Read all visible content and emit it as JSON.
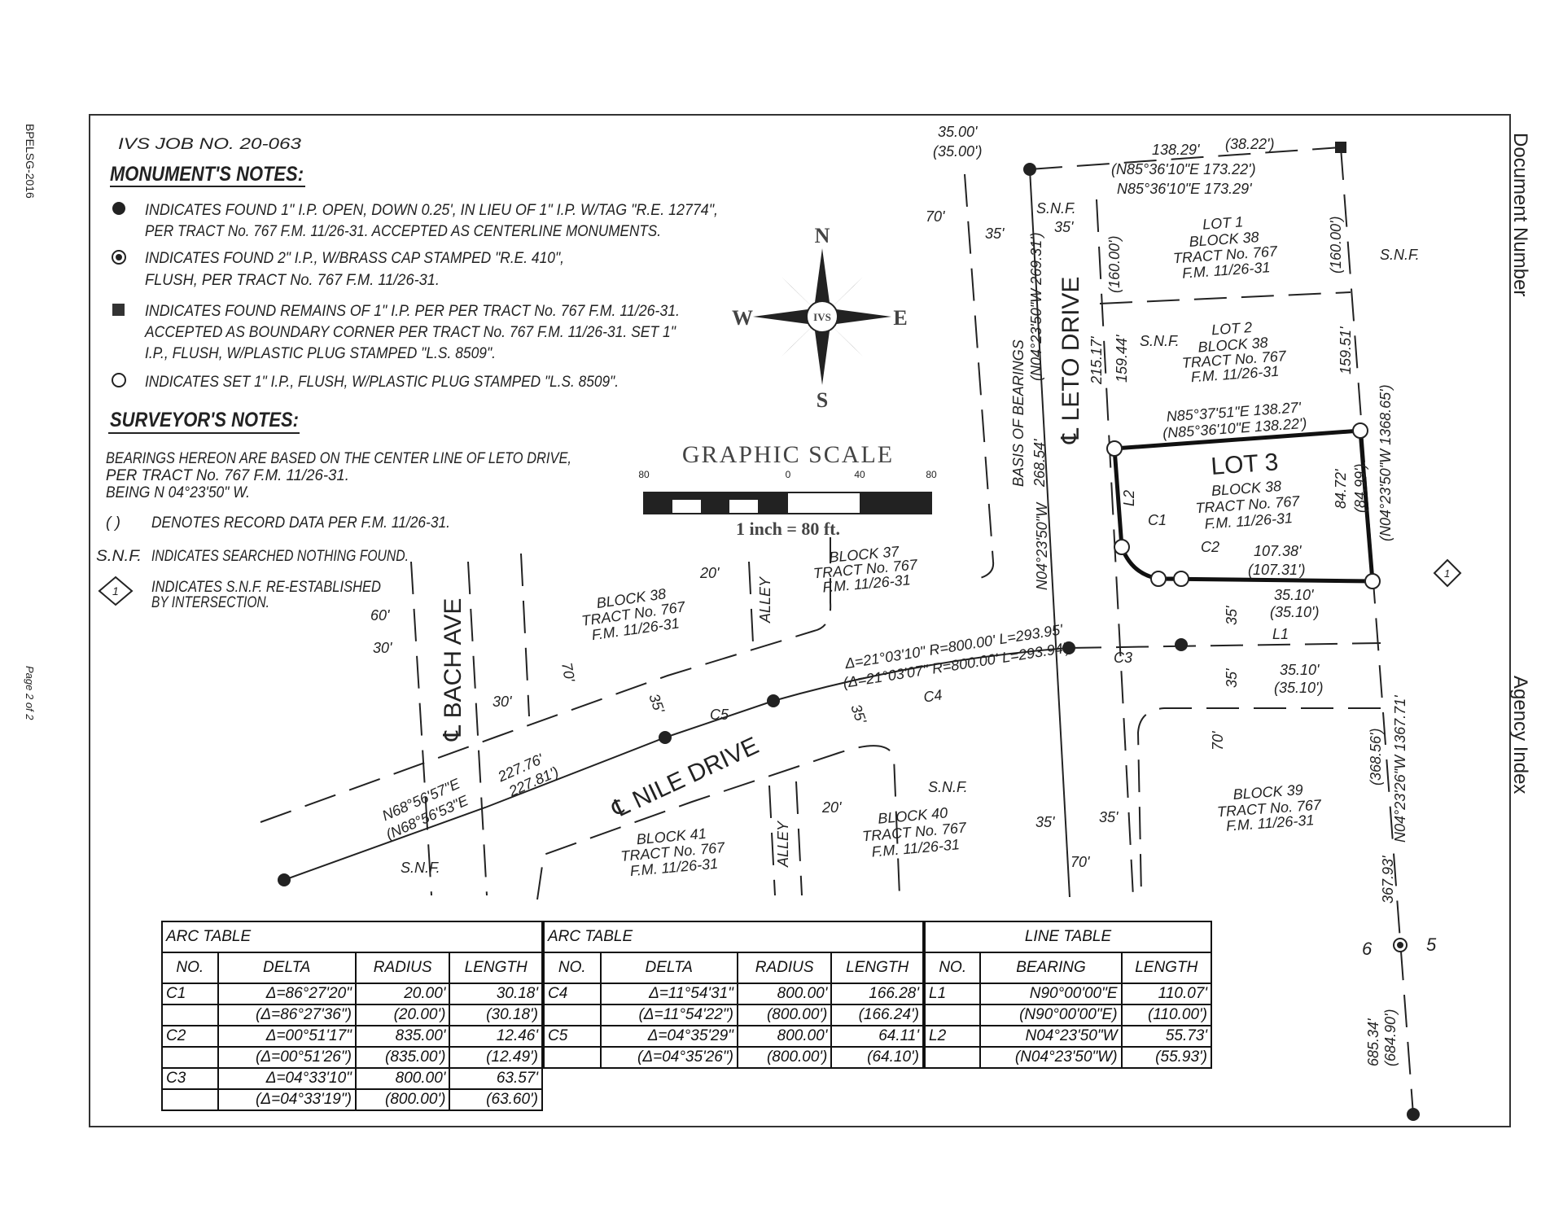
{
  "side": {
    "left_top": "BPELSG-2016",
    "left_bottom": "Page 2 of 2",
    "right_top": "Document Number",
    "right_bottom": "Agency Index"
  },
  "notes": {
    "job": "IVS JOB NO. 20-063",
    "monuments_title": "MONUMENT'S NOTES:",
    "m1": [
      "INDICATES FOUND 1\" I.P. OPEN, DOWN 0.25', IN LIEU OF 1\" I.P. W/TAG \"R.E. 12774\",",
      "PER TRACT No. 767 F.M. 11/26-31. ACCEPTED AS CENTERLINE MONUMENTS."
    ],
    "m2": [
      "INDICATES FOUND 2\" I.P., W/BRASS CAP STAMPED \"R.E. 410\",",
      "FLUSH, PER TRACT No. 767 F.M. 11/26-31."
    ],
    "m3": [
      "INDICATES FOUND REMAINS OF 1\" I.P. PER PER TRACT No. 767 F.M. 11/26-31.",
      "ACCEPTED AS BOUNDARY CORNER PER TRACT No. 767 F.M. 11/26-31. SET 1\"",
      "I.P., FLUSH, W/PLASTIC PLUG STAMPED \"L.S. 8509\"."
    ],
    "m4": "INDICATES SET 1\" I.P., FLUSH, W/PLASTIC PLUG STAMPED \"L.S. 8509\".",
    "surveyor_title": "SURVEYOR'S NOTES:",
    "s1": [
      "BEARINGS HEREON ARE BASED ON THE CENTER LINE OF LETO DRIVE,",
      "PER TRACT No. 767 F.M. 11/26-31.",
      "BEING N 04°23'50\" W."
    ],
    "paren_sym": "( )",
    "paren_text": "DENOTES RECORD DATA PER F.M. 11/26-31.",
    "snf_sym": "S.N.F.",
    "snf_text": "INDICATES SEARCHED NOTHING FOUND.",
    "diamond_num": "1",
    "diamond_text": [
      "INDICATES S.N.F. RE-ESTABLISHED",
      "BY INTERSECTION."
    ]
  },
  "compass": {
    "n": "N",
    "s": "S",
    "e": "E",
    "w": "W",
    "center": "IVS"
  },
  "scale": {
    "title": "GRAPHIC  SCALE",
    "ticks": [
      "80",
      "0",
      "40",
      "80"
    ],
    "caption": "1 inch = 80 ft."
  },
  "map": {
    "top_35": "35.00'",
    "top_35r": "(35.00')",
    "d13829": "138.29'",
    "d3822": "(38.22')",
    "brg_rec": "(N85°36'10\"E  173.22')",
    "brg_meas": "N85°36'10\"E  173.29'",
    "w70": "70'",
    "w35a": "35'",
    "snf": "S.N.F.",
    "w35b": "35'",
    "lot1": [
      "LOT 1",
      "BLOCK 38",
      "TRACT No. 767",
      "F.M. 11/26-31"
    ],
    "r160a": "(160.00')",
    "r160b": "(160.00')",
    "lot2": [
      "LOT 2",
      "BLOCK 38",
      "TRACT No. 767",
      "F.M. 11/26-31"
    ],
    "d21517": "215.17'",
    "d15944": "159.44'",
    "d15951": "159.51'",
    "east_brg": "(N04°23'50\"W  1368.65')",
    "basis": "BASIS OF BEARINGS",
    "basis_rec": "(N04°23'50\"W  269.31')",
    "d26854": "268.54'",
    "leto_brg": "N04°23'50\"W",
    "leto": "℄ LETO DRIVE",
    "lot3_n": "N85°37'51\"E 138.27'",
    "lot3_nr": "(N85°36'10\"E 138.22')",
    "lot3": [
      "LOT 3",
      "BLOCK 38",
      "TRACT No. 767",
      "F.M. 11/26-31"
    ],
    "l2": "L2",
    "c1": "C1",
    "c2": "C2",
    "d10738": "107.38'",
    "d10731": "(107.31')",
    "d8472": "84.72'",
    "d8499": "(84.99')",
    "d3510a": "35.10'",
    "d3510ar": "(35.10')",
    "l1": "L1",
    "c3": "C3",
    "s35a": "35'",
    "s35b": "35'",
    "d3510b": "35.10'",
    "d3510br": "(35.10')",
    "s70": "70'",
    "block39": [
      "BLOCK 39",
      "TRACT No. 767",
      "F.M. 11/26-31"
    ],
    "e_brg2": "N04°23'26\"W  1367.71'",
    "d36856": "(368.56')",
    "d36793": "367.93'",
    "d68534": "685.34'",
    "d68490": "(684.90')",
    "six": "6",
    "five": "5",
    "dia": "1",
    "block37": [
      "BLOCK 37",
      "TRACT No. 767",
      "F.M. 11/26-31"
    ],
    "alley": "ALLEY",
    "a20": "20'",
    "block38w": [
      "BLOCK 38",
      "TRACT No. 767",
      "F.M. 11/26-31"
    ],
    "b60": "60'",
    "b30": "30'",
    "bach": "℄ BACH AVE",
    "b30b": "30'",
    "b70": "70'",
    "curve1": "Δ=21°03'10\" R=800.00' L=293.95'",
    "curve2": "(Δ=21°03'07\" R=800.00' L=293.94')",
    "c4": "C4",
    "c5": "C5",
    "n35a": "35'",
    "n35b": "35'",
    "d22776": "227.76'",
    "d22781": "227.81')",
    "nbrg": "N68°56'57\"E",
    "nbrg_r": "(N68°56'53\"E",
    "nile": "℄ NILE DRIVE",
    "snf2": "S.N.F.",
    "snf3": "S.N.F.",
    "block41": [
      "BLOCK 41",
      "TRACT No. 767",
      "F.M. 11/26-31"
    ],
    "alley2": "ALLEY",
    "a20b": "20'",
    "block40": [
      "BLOCK 40",
      "TRACT No. 767",
      "F.M. 11/26-31"
    ],
    "l35a": "35'",
    "l35b": "35'",
    "l70": "70'"
  },
  "tables": [
    {
      "title": "ARC TABLE",
      "headers": [
        "NO.",
        "DELTA",
        "RADIUS",
        "LENGTH"
      ],
      "rows": [
        [
          "C1",
          "Δ=86°27'20\"",
          "20.00'",
          "30.18'"
        ],
        [
          "",
          "(Δ=86°27'36\")",
          "(20.00')",
          "(30.18')"
        ],
        [
          "C2",
          "Δ=00°51'17\"",
          "835.00'",
          "12.46'"
        ],
        [
          "",
          "(Δ=00°51'26\")",
          "(835.00')",
          "(12.49')"
        ],
        [
          "C3",
          "Δ=04°33'10\"",
          "800.00'",
          "63.57'"
        ],
        [
          "",
          "(Δ=04°33'19\")",
          "(800.00')",
          "(63.60')"
        ]
      ]
    },
    {
      "title": "ARC TABLE",
      "headers": [
        "NO.",
        "DELTA",
        "RADIUS",
        "LENGTH"
      ],
      "rows": [
        [
          "C4",
          "Δ=11°54'31\"",
          "800.00'",
          "166.28'"
        ],
        [
          "",
          "(Δ=11°54'22\")",
          "(800.00')",
          "(166.24')"
        ],
        [
          "C5",
          "Δ=04°35'29\"",
          "800.00'",
          "64.11'"
        ],
        [
          "",
          "(Δ=04°35'26\")",
          "(800.00')",
          "(64.10')"
        ]
      ]
    },
    {
      "title": "LINE TABLE",
      "headers": [
        "NO.",
        "BEARING",
        "LENGTH"
      ],
      "rows": [
        [
          "L1",
          "N90°00'00\"E",
          "110.07'"
        ],
        [
          "",
          "(N90°00'00\"E)",
          "(110.00')"
        ],
        [
          "L2",
          "N04°23'50\"W",
          "55.73'"
        ],
        [
          "",
          "(N04°23'50\"W)",
          "(55.93')"
        ]
      ]
    }
  ]
}
